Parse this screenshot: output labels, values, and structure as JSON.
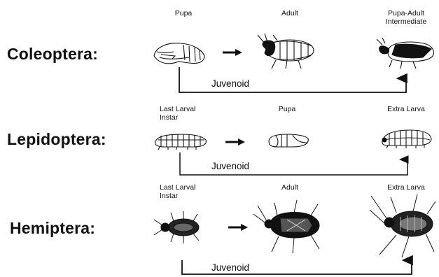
{
  "rows": [
    {
      "order": "Coleoptera:",
      "stage1": "Pupa",
      "stage2": "Adult",
      "stage3": "Pupa-Adult\nIntermediate",
      "treatment": "Juvenoid",
      "stage1_icon": "pupa-icon",
      "stage2_icon": "beetle-adult-icon",
      "stage3_icon": "beetle-intermediate-icon"
    },
    {
      "order": "Lepidoptera:",
      "stage1": "Last Larval\nInstar",
      "stage2": "Pupa",
      "stage3": "Extra Larva",
      "treatment": "Juvenoid",
      "stage1_icon": "caterpillar-icon",
      "stage2_icon": "pupa-icon",
      "stage3_icon": "caterpillar-icon"
    },
    {
      "order": "Hemiptera:",
      "stage1": "Last Larval\nInstar",
      "stage2": "Adult",
      "stage3": "Extra Larva",
      "treatment": "Juvenoid",
      "stage1_icon": "nymph-icon",
      "stage2_icon": "bug-adult-icon",
      "stage3_icon": "bug-nymph-icon"
    }
  ]
}
